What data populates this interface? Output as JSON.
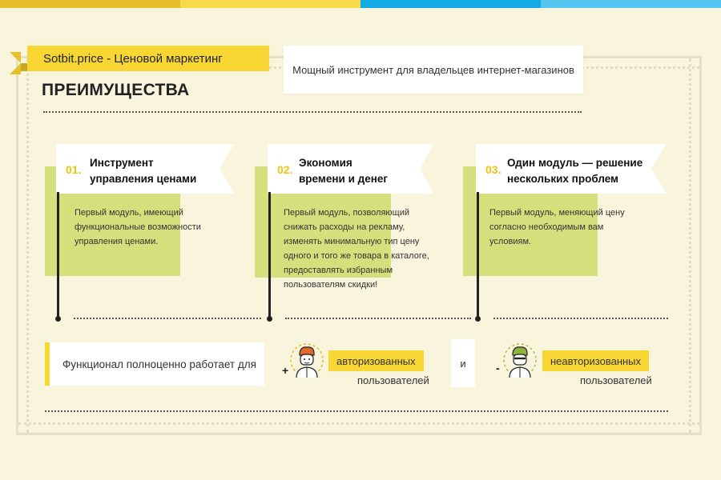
{
  "colors": {
    "stripe": [
      "#e7bf2d",
      "#f8d94a",
      "#14aae4",
      "#55c6ef"
    ],
    "accent_yellow": "#f8d735",
    "accent_green": "#d4e07c"
  },
  "header": {
    "ribbon_label": "Sotbit.price - Ценовой маркетинг",
    "subtitle": "Мощный инструмент для владельцев интернет-магазинов",
    "title": "ПРЕИМУЩЕСТВА"
  },
  "features": [
    {
      "number": "01.",
      "title_lines": [
        "Инструмент",
        "управления ценами"
      ],
      "desc_lines": [
        "Первый модуль, имеющий",
        "функциональные возможности",
        "управления ценами."
      ]
    },
    {
      "number": "02.",
      "title_lines": [
        "Экономия",
        "времени и денег"
      ],
      "desc_lines": [
        "Первый модуль, позволяющий",
        "снижать расходы на рекламу,",
        "изменять минимальную тип цену",
        "одного и того же товара в каталоге,",
        "предоставлять избранным",
        "пользователям скидки!"
      ]
    },
    {
      "number": "03.",
      "title_lines": [
        "Один модуль — решение",
        "нескольких проблем"
      ],
      "desc_lines": [
        "Первый модуль, меняющий цену",
        "согласно необходимым вам",
        "условиям."
      ]
    }
  ],
  "bottom": {
    "text": "Функционал полноценно работает для",
    "plus": "+",
    "authorized": "авторизованных",
    "users1": "пользователей",
    "and": "и",
    "minus": "-",
    "unauthorized": "неавторизованных",
    "users2": "пользователей",
    "icons": [
      "user-icon",
      "user-hidden-icon"
    ]
  }
}
